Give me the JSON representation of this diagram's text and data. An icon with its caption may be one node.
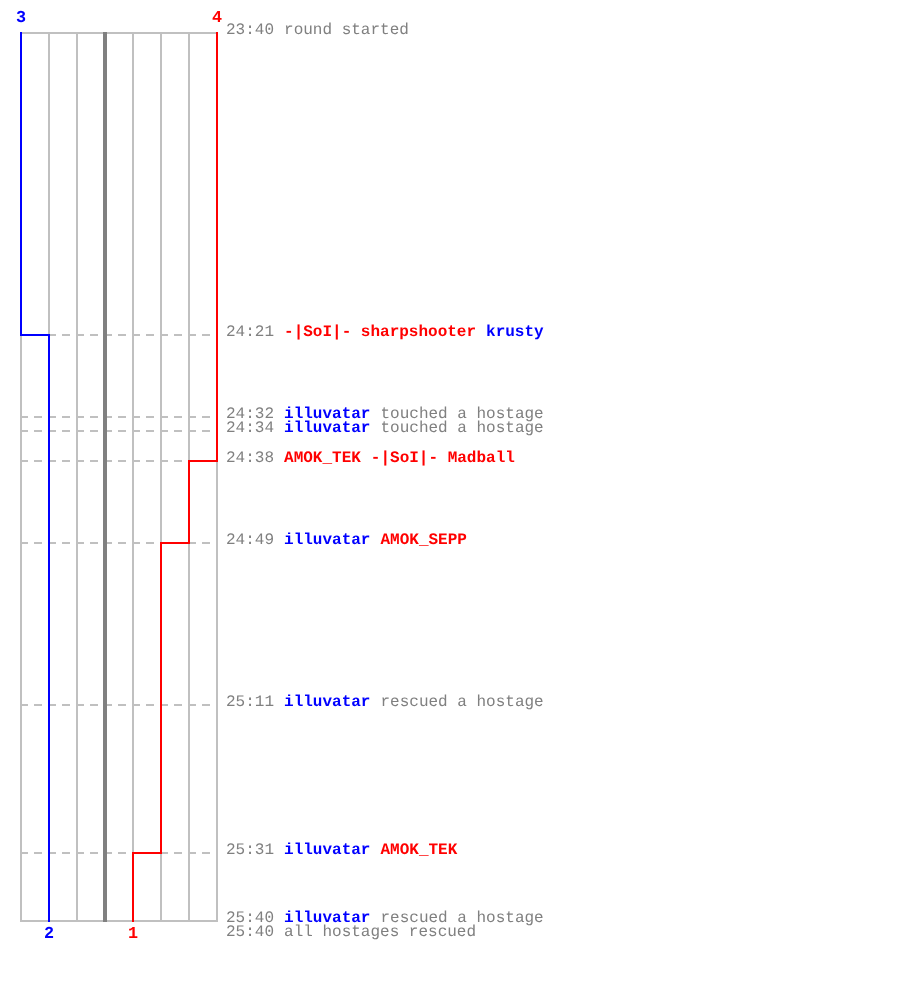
{
  "diagram": {
    "labels": [
      "3",
      "4",
      "23:40",
      "round started",
      "24:21",
      "-|SoI|- sharpshooter",
      "krusty",
      "24:32",
      "illuvatar",
      "touched a hostage",
      "24:34",
      "illuvatar",
      "touched a hostage",
      "24:38",
      "AMOK_TEK",
      "-|SoI|- Madball",
      "24:49",
      "illuvatar",
      "AMOK_SEPP",
      "25:11",
      "illuvatar",
      "rescued a hostage",
      "25:31",
      "illuvatar",
      "AMOK_TEK",
      "25:40",
      "illuvatar",
      "rescued a hostage",
      "2",
      "1",
      "25:40",
      "all hostages rescued"
    ]
  }
}
